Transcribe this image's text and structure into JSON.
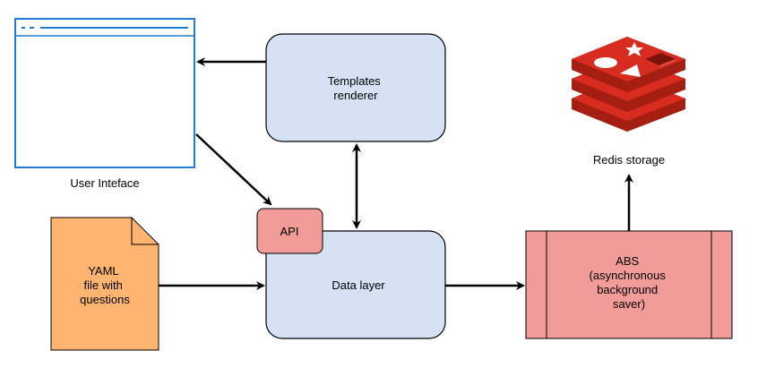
{
  "nodes": {
    "user_interface": {
      "label": "User Inteface"
    },
    "templates_renderer": {
      "lines": [
        "Templates",
        "renderer"
      ]
    },
    "api": {
      "label": "API"
    },
    "data_layer": {
      "label": "Data layer"
    },
    "yaml_file": {
      "lines": [
        "YAML",
        "file with",
        "questions"
      ]
    },
    "abs": {
      "lines": [
        "ABS",
        "(asynchronous",
        "background",
        "saver)"
      ]
    },
    "redis_storage": {
      "label": "Redis storage"
    }
  },
  "colors": {
    "browser_border": "#1f7bd4",
    "rounded_fill": "#d5e2f4",
    "pink_fill": "#f19c99",
    "pink_border": "#b85450",
    "yaml_fill": "#ffb570",
    "yaml_border": "#d79b00",
    "redis_red": "#d82c20",
    "redis_dark": "#a41e11",
    "redis_light": "#e45242",
    "stroke": "#000000"
  },
  "icons": {
    "redis": "redis-logo-icon",
    "browser": "browser-window-icon",
    "document": "document-icon"
  }
}
